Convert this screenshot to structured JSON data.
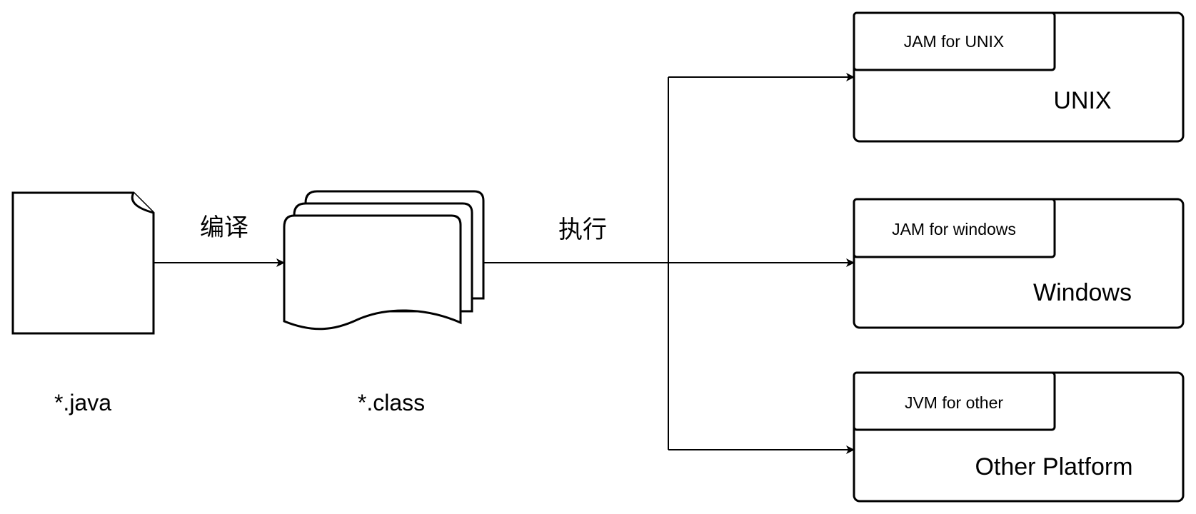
{
  "diagram": {
    "source_file_label": "*.java",
    "class_files_label": "*.class",
    "compile_label": "编译",
    "execute_label": "执行",
    "platforms": [
      {
        "runtime_label": "JAM for UNIX",
        "platform_label": "UNIX"
      },
      {
        "runtime_label": "JAM for windows",
        "platform_label": "Windows"
      },
      {
        "runtime_label": "JVM for other",
        "platform_label": "Other Platform"
      }
    ]
  },
  "colors": {
    "stroke": "#000000",
    "fill": "#ffffff"
  }
}
